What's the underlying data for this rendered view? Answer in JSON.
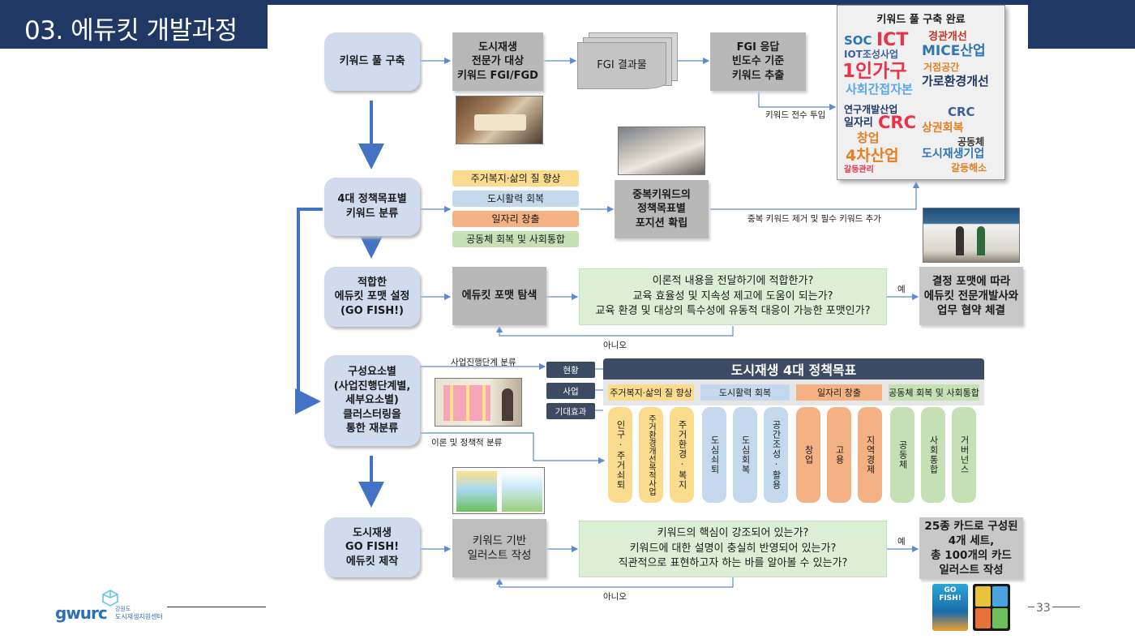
{
  "slide": {
    "title": "03. 에듀킷 개발과정",
    "page_number": "33"
  },
  "steps": [
    "키워드 풀 구축",
    "4대 정책목표별\n키워드 분류",
    "적합한\n에듀킷 포맷 설정\n(GO FISH!)",
    "구성요소별\n(사업진행단계별,\n세부요소별)\n클러스터링을\n통한 재분류",
    "도시재생\nGO FISH!\n에듀킷 제작"
  ],
  "row1": {
    "fgi": "도시재생\n전문가 대상\n키워드 FGI/FGD",
    "fgi_result": "FGI 결과물",
    "extract": "FGI 응답\n빈도수 기준\n키워드 추출",
    "input_label": "키워드 전수 투입"
  },
  "wordcloud": {
    "title": "키워드 풀 구축 완료",
    "words": [
      "SOC",
      "ICT",
      "IOT조성사업",
      "1인가구",
      "사회간접자본",
      "경관개선",
      "MICE산업",
      "거점공간",
      "가로환경개선",
      "연구개발산업",
      "일자리",
      "CRC",
      "창업",
      "4차산업",
      "CRC",
      "상권회복",
      "공동체",
      "도시재생기업",
      "갈등관리",
      "갈등해소"
    ]
  },
  "row2": {
    "policies": [
      "주거복지·삶의 질 향상",
      "도시활력 회복",
      "일자리 창출",
      "공동체 회복 및 사회통합"
    ],
    "position": "중복키워드의\n정책목표별\n포지션 확립",
    "dedupe_label": "중복 키워드 제거 및 필수 키워드 추가"
  },
  "row3": {
    "explore": "에듀킷 포맷 탐색",
    "questions": "이론적 내용을 전달하기에 적합한가?\n교육 효율성 및 지속성 제고에 도움이 되는가?\n교육 환경 및 대상의 특수성에 유동적 대응이 가능한 포맷인가?",
    "yes": "예",
    "no": "아니오",
    "result": "결정 포맷에 따라\n에듀킷 전문개발사와\n업무 협약 체결"
  },
  "row4": {
    "stage_label": "사업진행단계 분류",
    "theory_label": "이론 및 정책적 분류",
    "tags": [
      "현황",
      "사업",
      "기대효과"
    ],
    "banner": "도시재생 4대 정책목표",
    "goals": [
      "주거복지·삶의 질 향상",
      "도시활력 회복",
      "일자리 창출",
      "공동체 회복 및 사회통합"
    ],
    "cards": [
      "인구·주거쇠퇴",
      "주거환경개선목적사업",
      "주거환경·복지",
      "도심쇠퇴",
      "도심회복",
      "공간조성·활용",
      "창업",
      "고용",
      "지역경제",
      "공동체",
      "사회통합",
      "거버넌스"
    ]
  },
  "row5": {
    "illustrate": "키워드 기반\n일러스트 작성",
    "questions": "키워드의 핵심이 강조되어 있는가?\n키워드에 대한 설명이 충실히 반영되어 있는가?\n직관적으로 표현하고자 하는 바를 알아볼 수 있는가?",
    "yes": "예",
    "no": "아니오",
    "result": "25종 카드로 구성된\n4개 세트,\n총 100개의 카드\n일러스트 작성"
  },
  "game": {
    "logo": "GO FISH!"
  },
  "logo": {
    "brand": "gwurc",
    "org1": "강원도",
    "org2": "도시재생지원센터"
  },
  "colors": {
    "navy": "#1f3864",
    "arrow": "#4472c4",
    "yellow": "#fbdc8e",
    "blue": "#c5d9ee",
    "orange": "#f4b183",
    "green": "#c5e0b4"
  }
}
